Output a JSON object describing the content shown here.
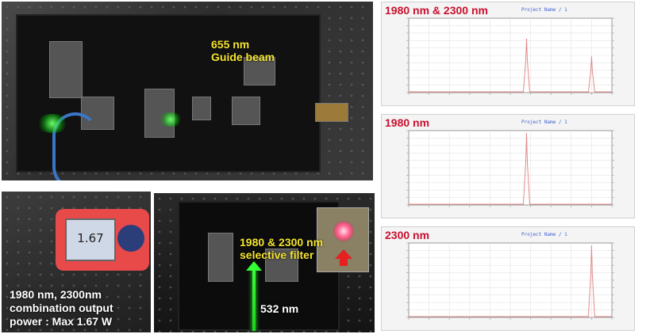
{
  "photos": {
    "main": {
      "label": "655 nm\nGuide beam"
    },
    "meter": {
      "display_value": "1.67",
      "caption": "1980 nm, 2300nm\ncombination output\npower : Max 1.67 W"
    },
    "filter": {
      "filter_label": "1980 & 2300 nm\nselective filter",
      "beam_label": "532 nm"
    }
  },
  "colors": {
    "title_red": "#c8102e",
    "label_yellow": "#f5e431",
    "spectrum_line": "#e38a8a",
    "arrow_red": "#e52020",
    "beam_green": "#33ff33"
  },
  "chart_data": [
    {
      "type": "line",
      "title": "1980 nm & 2300 nm",
      "subtitle": "Project Name / 1",
      "peaks": [
        {
          "x": 1980,
          "y": 0.75
        },
        {
          "x": 2300,
          "y": 0.5
        }
      ],
      "xlim": [
        1400,
        2400
      ]
    },
    {
      "type": "line",
      "title": "1980 nm",
      "subtitle": "Project Name / 1",
      "peaks": [
        {
          "x": 1980,
          "y": 1.0
        }
      ],
      "xlim": [
        1400,
        2400
      ]
    },
    {
      "type": "line",
      "title": "2300 nm",
      "subtitle": "Project Name / 1",
      "peaks": [
        {
          "x": 2300,
          "y": 1.0
        }
      ],
      "xlim": [
        1400,
        2400
      ]
    }
  ]
}
